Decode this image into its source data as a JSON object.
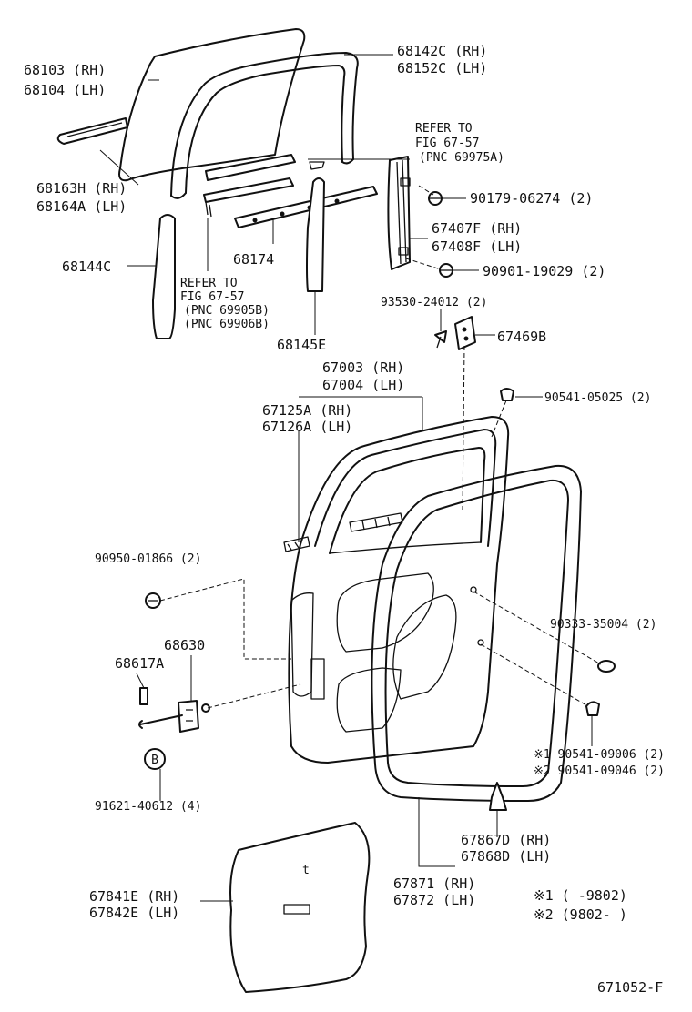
{
  "labels": {
    "glass": [
      "68103 (RH)",
      "68104 (LH)"
    ],
    "run_channel": [
      "68142C (RH)",
      "68152C (LH)"
    ],
    "outer_weatherstrip": [
      "68163H (RH)",
      "68164A (LH)"
    ],
    "refer_1": [
      "REFER TO",
      "FIG 67-57",
      "(PNC 69975A)"
    ],
    "bolt_1": "90179-06274 (2)",
    "regulator": [
      "67407F (RH)",
      "67408F (LH)"
    ],
    "bolt_2": "90901-19029 (2)",
    "division_bar": "68144C",
    "inner_weatherstrip": "68174",
    "refer_2": [
      "REFER TO",
      "FIG 67-57",
      "(PNC 69905B)",
      "(PNC 69906B)"
    ],
    "channel_rear": "68145E",
    "screw_1": "93530-24012 (2)",
    "bracket": "67469B",
    "door_panel": [
      "67003 (RH)",
      "67004 (LH)"
    ],
    "door_frame": [
      "67125A (RH)",
      "67126A (LH)"
    ],
    "clip_1": "90541-05025 (2)",
    "clip_2": "90950-01866 (2)",
    "plug": "90333-35004 (2)",
    "check_assy": "68630",
    "check_pin": "68617A",
    "cushion": [
      "※1  90541-09006 (2)",
      "※2  90541-09046 (2)"
    ],
    "bolt_b_marker": "B",
    "bolt_b": "91621-40612 (4)",
    "weatherstrip_clip": [
      "67867D (RH)",
      "67868D (LH)"
    ],
    "hole_cover": [
      "67841E (RH)",
      "67842E (LH)"
    ],
    "door_weatherstrip": [
      "67871 (RH)",
      "67872 (LH)"
    ],
    "notes": [
      "※1  (       -9802)",
      "※2  (9802-       )"
    ],
    "figure_code": "671052-F"
  }
}
